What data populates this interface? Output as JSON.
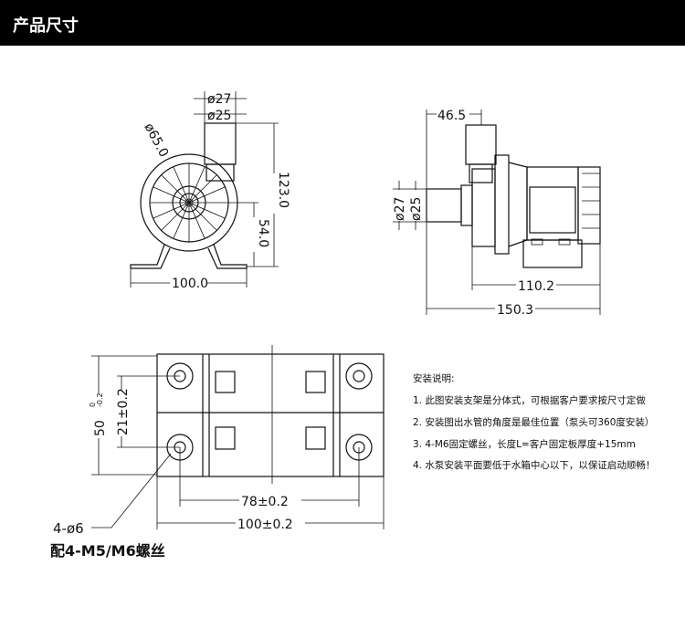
{
  "header": {
    "title": "产品尺寸"
  },
  "front_view": {
    "outlet_outer": "ø27",
    "outlet_inner": "ø25",
    "body_diameter": "ø65.0",
    "total_height": "123.0",
    "center_height": "54.0",
    "base_width": "100.0"
  },
  "side_view": {
    "outlet_offset": "46.5",
    "inlet_outer": "ø27",
    "inlet_inner": "ø25",
    "motor_length": "110.2",
    "total_length": "150.3"
  },
  "bracket_view": {
    "height": "50",
    "height_tol_upper": "0",
    "height_tol_lower": "-0.2",
    "hole_spacing_v": "21±0.2",
    "hole_spacing_h": "78±0.2",
    "width": "100±0.2",
    "holes": "4-ø6",
    "screws": "配4-M5/M6螺丝"
  },
  "notes": {
    "title": "安装说明:",
    "items": [
      "1. 此图安装支架是分体式，可根据客户要求按尺寸定做",
      "2. 安装图出水管的角度是最佳位置（泵头可360度安装）",
      "3. 4-M6固定螺丝，长度L=客户固定板厚度+15mm",
      "4. 水泵安装平面要低于水箱中心以下，以保证启动顺畅！"
    ]
  }
}
